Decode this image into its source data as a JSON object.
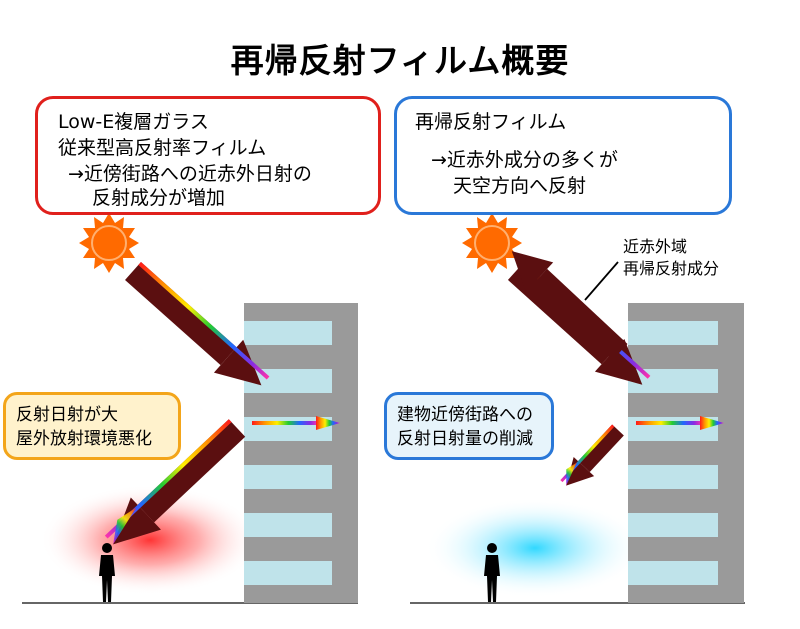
{
  "title": "再帰反射フィルム概要",
  "left_box": {
    "line1": "Low-E複層ガラス",
    "line2": "従来型高反射率フィルム",
    "line3": "→近傍街路への近赤外日射の",
    "line4": "反射成分が増加"
  },
  "right_box": {
    "line1": "再帰反射フィルム",
    "line2": "→近赤外成分の多くが",
    "line3": "天空方向へ反射"
  },
  "ir_label": {
    "line1": "近赤外域",
    "line2": "再帰反射成分"
  },
  "left_callout": {
    "line1": "反射日射が大",
    "line2": "屋外放射環境悪化"
  },
  "right_callout": {
    "line1": "建物近傍街路への",
    "line2": "反射日射量の削減"
  },
  "colors": {
    "sun": "#ff6a00",
    "arrow": "#5b0f10",
    "building": "#9a9a9a",
    "window": "#bfe3ea",
    "hot_spot": "#ff2a2a",
    "cool_spot": "#26d6ff",
    "red_border": "#e0201c",
    "blue_border": "#2a78d8",
    "orange_border": "#f3a51a"
  },
  "icons": [
    "sun-icon",
    "pedestrian-icon",
    "building-icon"
  ]
}
